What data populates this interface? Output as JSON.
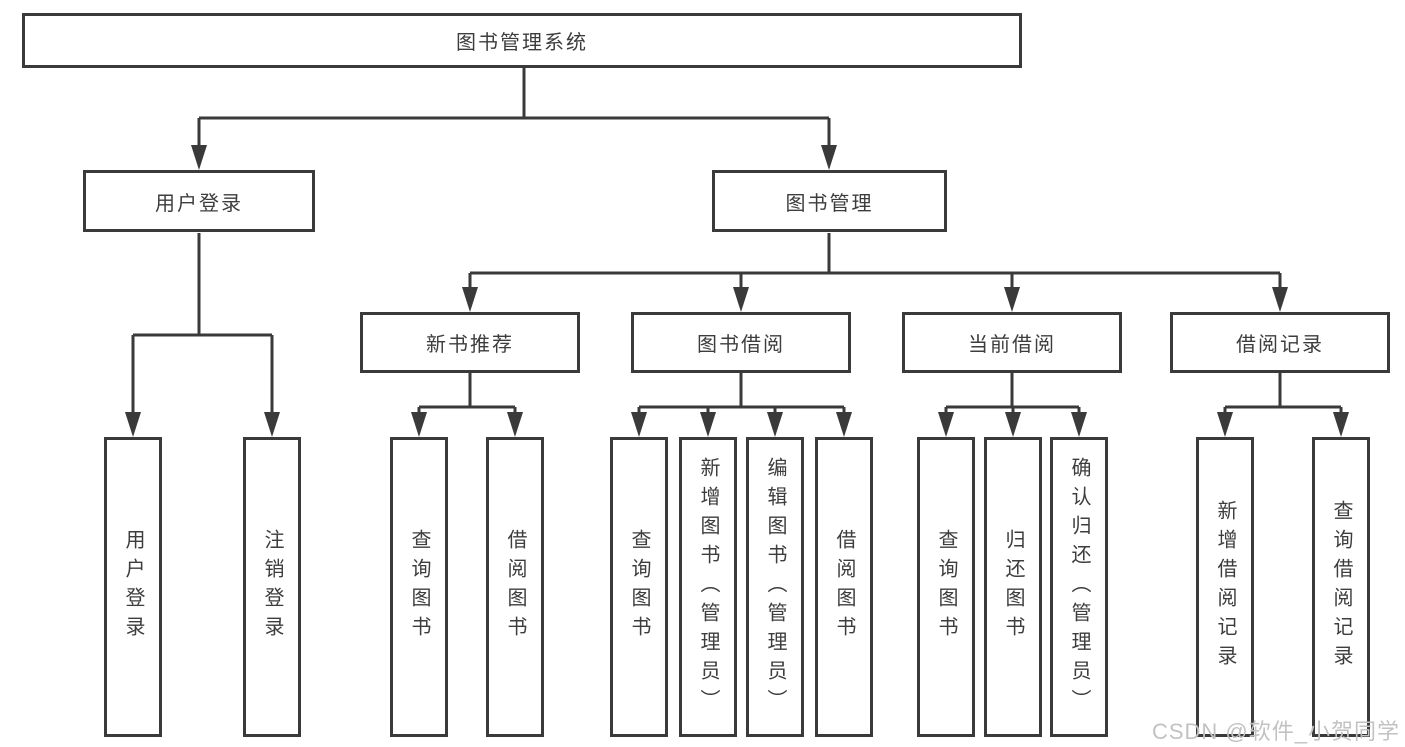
{
  "diagram": {
    "root": "图书管理系统",
    "level2": [
      {
        "label": "用户登录",
        "children": [
          "用户登录",
          "注销登录"
        ]
      },
      {
        "label": "图书管理"
      }
    ],
    "level3": [
      {
        "label": "新书推荐",
        "children": [
          "查询图书",
          "借阅图书"
        ]
      },
      {
        "label": "图书借阅",
        "children": [
          "查询图书",
          "新增图书（管理员）",
          "编辑图书（管理员）",
          "借阅图书"
        ]
      },
      {
        "label": "当前借阅",
        "children": [
          "查询图书",
          "归还图书",
          "确认归还（管理员）"
        ]
      },
      {
        "label": "借阅记录",
        "children": [
          "新增借阅记录",
          "查询借阅记录"
        ]
      }
    ]
  },
  "watermark": "CSDN @软件_小贺同学",
  "colors": {
    "line": "#3a3a3a",
    "text": "#3d3d3d",
    "watermark": "#c2c2c2",
    "background": "#ffffff",
    "box_fill": "#ffffff"
  }
}
